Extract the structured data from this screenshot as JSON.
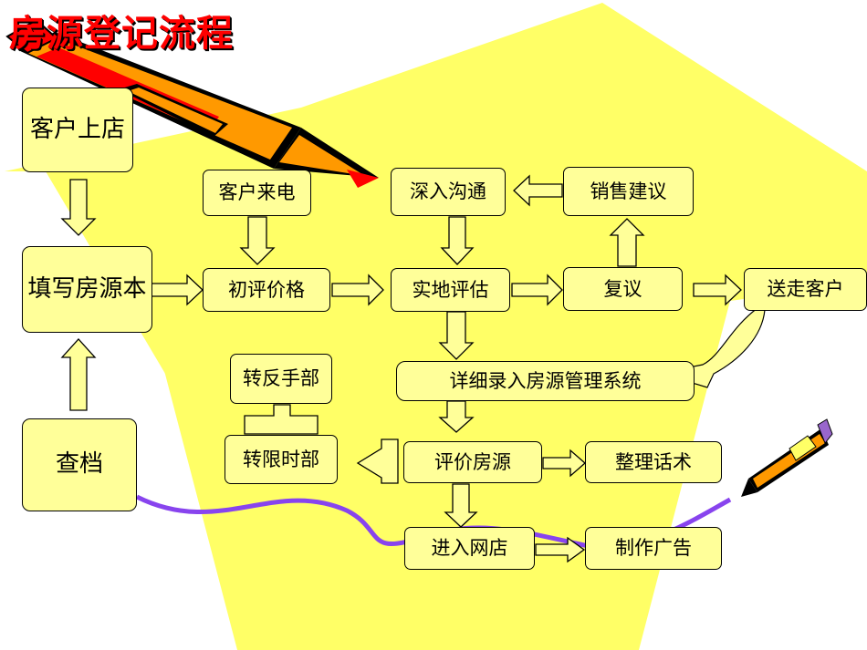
{
  "title": "房源登记流程",
  "nodes": {
    "client_visit": "客户上店",
    "fill_book": "填写房源本",
    "check_file": "查档",
    "client_call": "客户来电",
    "initial_price": "初评价格",
    "deep_talk": "深入沟通",
    "site_eval": "实地评估",
    "sales_advice": "销售建议",
    "review": "复议",
    "see_off": "送走客户",
    "detail_entry": "详细录入房源管理系统",
    "transfer_hand": "转反手部",
    "transfer_limit": "转限时部",
    "eval_listing": "评价房源",
    "sort_script": "整理话术",
    "online_store": "进入网店",
    "make_ad": "制作广告"
  },
  "colors": {
    "box_fill": "#ffff99",
    "background_shape": "#ffff66",
    "title": "#ff0000",
    "connector_curve": "#8844ee",
    "pencil_body": "#ff9900",
    "pencil_accent": "#ff0000"
  }
}
